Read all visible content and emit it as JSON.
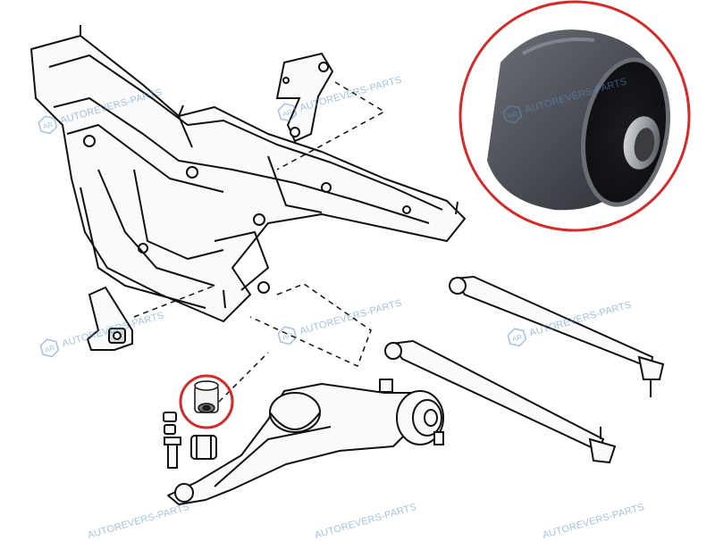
{
  "watermark": {
    "text": "AUTOREVERS-PARTS",
    "logo_text": "AR",
    "color": "#5b8fc7"
  },
  "highlight": {
    "ring_color": "#d42a2a"
  },
  "parts": {
    "subframe": "rear-subframe",
    "bushing": "subframe-bushing",
    "lower_arm": "lower-control-arm",
    "upper_link": "lateral-link-upper",
    "lower_link": "lateral-link-lower",
    "hub": "wheel-hub-knuckle",
    "upper_bracket": "upper-mount-bracket",
    "lower_bracket": "lower-mount-bracket"
  }
}
